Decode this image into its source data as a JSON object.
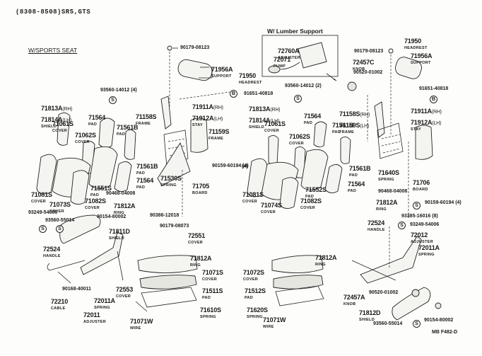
{
  "header": {
    "model_range": "(8308-8508)SR5,GTS",
    "section_left": "W/SPORTS SEAT",
    "lumbar_inset_title": "W/ Lumber Support"
  },
  "symbols": {
    "s": "S",
    "b": "B"
  },
  "parts_left": {
    "p90179_08123": "90179-08123",
    "p71956A_num": "71956A",
    "p71956A_name": "SUPPORT",
    "p71950_num": "71950",
    "p71950_name": "HEADREST",
    "p93560_14012": "93560-14012 (4)",
    "p91651_40818": "91651-40818",
    "p71911A": "71911A",
    "p71911A_side": "(RH)",
    "p71912A": "71912A",
    "p71912A_side": "(LH)",
    "stay": "STAY",
    "p71813A": "71813A",
    "p71813A_side": "(RH)",
    "p71814A": "71814A",
    "p71814A_side": "(LH)",
    "shield": "SHIELD",
    "p71061S_num": "71061S",
    "p71061S_name": "COVER",
    "p71564a_num": "71564",
    "p71564a_name": "PAD",
    "p71561Ba_num": "71561B",
    "p71561Ba_name": "PAD",
    "p71062S_num": "71062S",
    "p71062S_name": "COVER",
    "p71158S_num": "71158S",
    "p71158S_name": "FRAME",
    "p71159S_num": "71159S",
    "p71159S_name": "FRAME",
    "p71561Bb_num": "71561B",
    "p71561Bb_name": "PAD",
    "p71564b_num": "71564",
    "p71564b_name": "PAD",
    "p71530S_num": "71530S",
    "p71530S_name": "SPRING",
    "p71705_num": "71705",
    "p71705_name": "BOARD",
    "p90159_60194": "90159-60194 (4)",
    "p71081S_num": "71081S",
    "p71081S_name": "COVER",
    "p71073S_num": "71073S",
    "p71073S_name": "COVER",
    "p71082S_num": "71082S",
    "p71082S_name": "COVER",
    "p71551S_num": "71551S",
    "p71551S_name": "PAD",
    "p90468_04008": "90468-04008",
    "p71812A_num": "71812A",
    "p71812A_name": "RING",
    "p90386_12018": "90386-12018",
    "p90179_08073": "90179-08073",
    "p72551_num": "72551",
    "p72551_name": "COVER",
    "p93249_54006": "93249-54006",
    "p93560_55014": "93560-55014",
    "p90154_80002": "90154-80002",
    "p71811D_num": "71811D",
    "p71811D_name": "SHIELD",
    "p72524_num": "72524",
    "p72524_name": "HANDLE",
    "p90168_40011": "90168-40011",
    "p72553_num": "72553",
    "p72553_name": "COVER",
    "p72210_num": "72210",
    "p72210_name": "CABLE",
    "p72011A_num": "72011A",
    "p72011A_name": "SPRING",
    "p72011_num": "72011",
    "p72011_name": "ADJUSTER",
    "p71812A_2_num": "71812A",
    "p71812A_2_name": "RING",
    "p71071S_num": "71071S",
    "p71071S_name": "COVER",
    "p71511S_num": "71511S",
    "p71511S_name": "PAD",
    "p71610S_num": "71610S",
    "p71610S_name": "SPRING",
    "p71071W_num": "71071W",
    "p71071W_name": "WIRE"
  },
  "parts_lumbar": {
    "p72760A_num": "72760A",
    "p72760A_name": "ADJUSTER",
    "p72071_num": "72071",
    "p72071_name": "PUMP"
  },
  "parts_right": {
    "p93560_14012": "93560-14012 (2)",
    "p90179_08123": "90179-08123",
    "p72457C_num": "72457C",
    "p72457C_name": "KNOB",
    "p90520_01002": "90520-01002",
    "p71950_num": "71950",
    "p71950_name": "HEADREST",
    "p71956A_num": "71956A",
    "p71956A_name": "SUPPORT",
    "p91651_40818": "91651-40818",
    "p71911A": "71911A",
    "p71911A_side": "(RH)",
    "p71912A": "71912A",
    "p71912A_side": "(LH)",
    "stay": "STAY",
    "p71813A": "71813A",
    "p71813A_side": "(RH)",
    "p71814A": "71814A",
    "p71814A_side": "(LH)",
    "shield": "SHIELD",
    "p71158S": "71158S",
    "p71158S_side": "(RH)",
    "p71159S": "71159S",
    "p71159S_side": "(LH)",
    "frame": "FRAME",
    "p71061S_num": "71061S",
    "p71061S_name": "COVER",
    "p71564a_num": "71564",
    "p71564a_name": "PAD",
    "p71561Ba_num": "71561B",
    "p71561Ba_name": "PAD",
    "p71062S_num": "71062S",
    "p71062S_name": "COVER",
    "p71561Bb_num": "71561B",
    "p71561Bb_name": "PAD",
    "p71640S_num": "71640S",
    "p71640S_name": "SPRING",
    "p71706_num": "71706",
    "p71706_name": "BOARD",
    "p71081S_num": "71081S",
    "p71081S_name": "COVER",
    "p71074S_num": "71074S",
    "p71074S_name": "COVER",
    "p71082S_num": "71082S",
    "p71082S_name": "COVER",
    "p71552S_num": "71552S",
    "p71552S_name": "PAD",
    "p71564b_num": "71564",
    "p71564b_name": "PAD",
    "p90468_04008": "90468-04008",
    "p71812A_num": "71812A",
    "p71812A_name": "RING",
    "p90159_60194": "90159-60194 (4)",
    "p93385_16016": "93385-16016 (8)",
    "p72524_num": "72524",
    "p72524_name": "HANDLE",
    "p93249_54006": "93249-54006",
    "p72012_num": "72012",
    "p72012_name": "ADJUSTER",
    "p72011A_num": "72011A",
    "p72011A_name": "SPRING",
    "p72457A_num": "72457A",
    "p72457A_name": "KNOB",
    "p90520_01002b": "90520-01002",
    "p71812D_num": "71812D",
    "p71812D_name": "SHIELD",
    "p90154_80002": "90154-80002",
    "p93560_55014": "93560-55014",
    "p71812A_2_num": "71812A",
    "p71812A_2_name": "RING",
    "p71072S_num": "71072S",
    "p71072S_name": "COVER",
    "p71512S_num": "71512S",
    "p71512S_name": "PAD",
    "p71620S_num": "71620S",
    "p71620S_name": "SPRING",
    "p71071W_num": "71071W",
    "p71071W_name": "WIRE",
    "count_4": "(4)"
  },
  "footer": {
    "figure_code": "MB  F482-D"
  }
}
